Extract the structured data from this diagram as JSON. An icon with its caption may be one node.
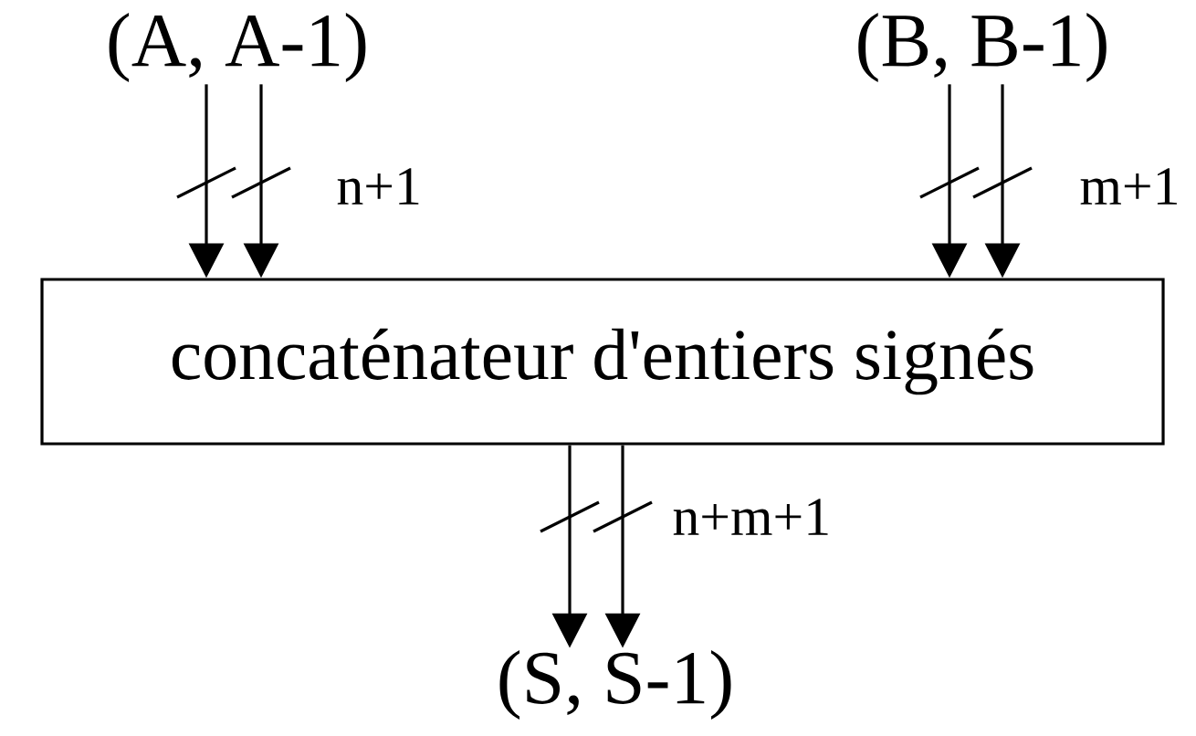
{
  "diagram": {
    "nodes": [
      {
        "text": [
          "(A, A-1)"
        ]
      },
      {
        "text": [
          "(B, B-1)"
        ]
      },
      {
        "text": [
          "concaténateur d'entiers signés"
        ]
      },
      {
        "text": [
          "(S, S-1)"
        ]
      }
    ],
    "edges": [
      {
        "from": 0,
        "to": 2,
        "arrow": "to"
      },
      {
        "from": 0,
        "to": 2,
        "arrow": "to",
        "label": "n+1"
      },
      {
        "from": 1,
        "to": 2,
        "arrow": "to"
      },
      {
        "from": 1,
        "to": 2,
        "arrow": "to",
        "label": "m+1"
      },
      {
        "from": 2,
        "to": 3,
        "arrow": "to"
      },
      {
        "from": 2,
        "to": 3,
        "arrow": "to",
        "label": "n+m+1"
      }
    ]
  }
}
